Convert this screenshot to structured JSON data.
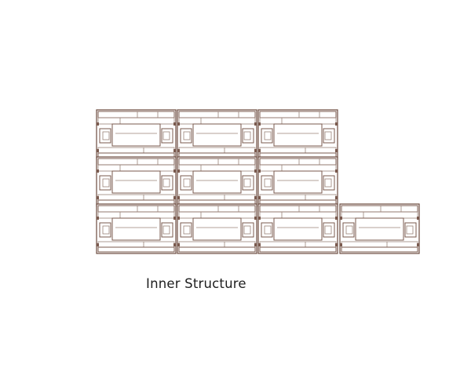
{
  "caption": "Inner Structure",
  "blocks": [
    {
      "row": 0,
      "col": 0
    },
    {
      "row": 0,
      "col": 1
    },
    {
      "row": 0,
      "col": 2
    },
    {
      "row": 1,
      "col": 0
    },
    {
      "row": 1,
      "col": 1
    },
    {
      "row": 1,
      "col": 2
    },
    {
      "row": 2,
      "col": 0
    },
    {
      "row": 2,
      "col": 1
    },
    {
      "row": 2,
      "col": 2
    },
    {
      "row": 2,
      "col": 3
    }
  ],
  "colors": {
    "line": "#6b4a3e",
    "background": "#ffffff",
    "text": "#1e1e1e"
  }
}
